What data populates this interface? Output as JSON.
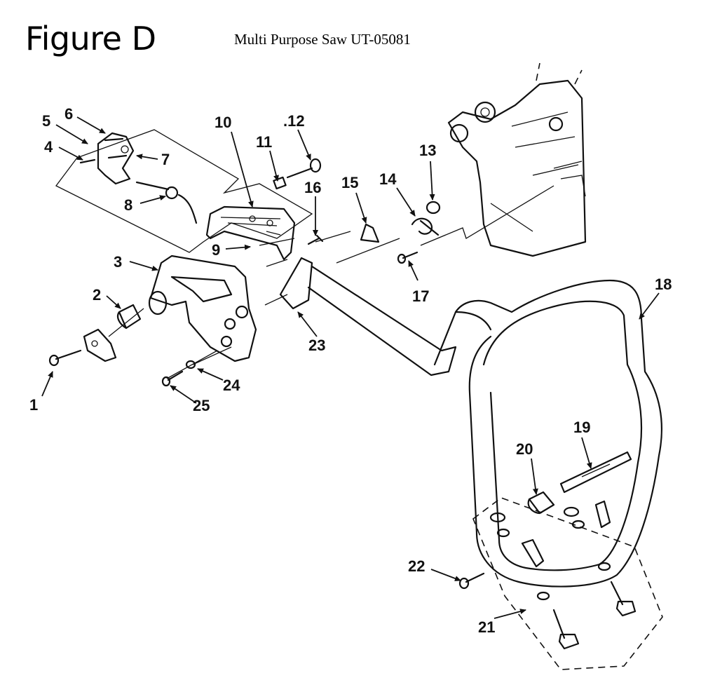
{
  "header": {
    "figure_label": "Figure D",
    "model_label": "Multi Purpose Saw UT-05081"
  },
  "callouts": [
    "1",
    "2",
    "3",
    "4",
    "5",
    "6",
    "7",
    "8",
    "9",
    "10",
    "11",
    ".12",
    "13",
    "14",
    "15",
    "16",
    "17",
    "18",
    "19",
    "20",
    "21",
    "22",
    "23",
    "24",
    "25"
  ]
}
